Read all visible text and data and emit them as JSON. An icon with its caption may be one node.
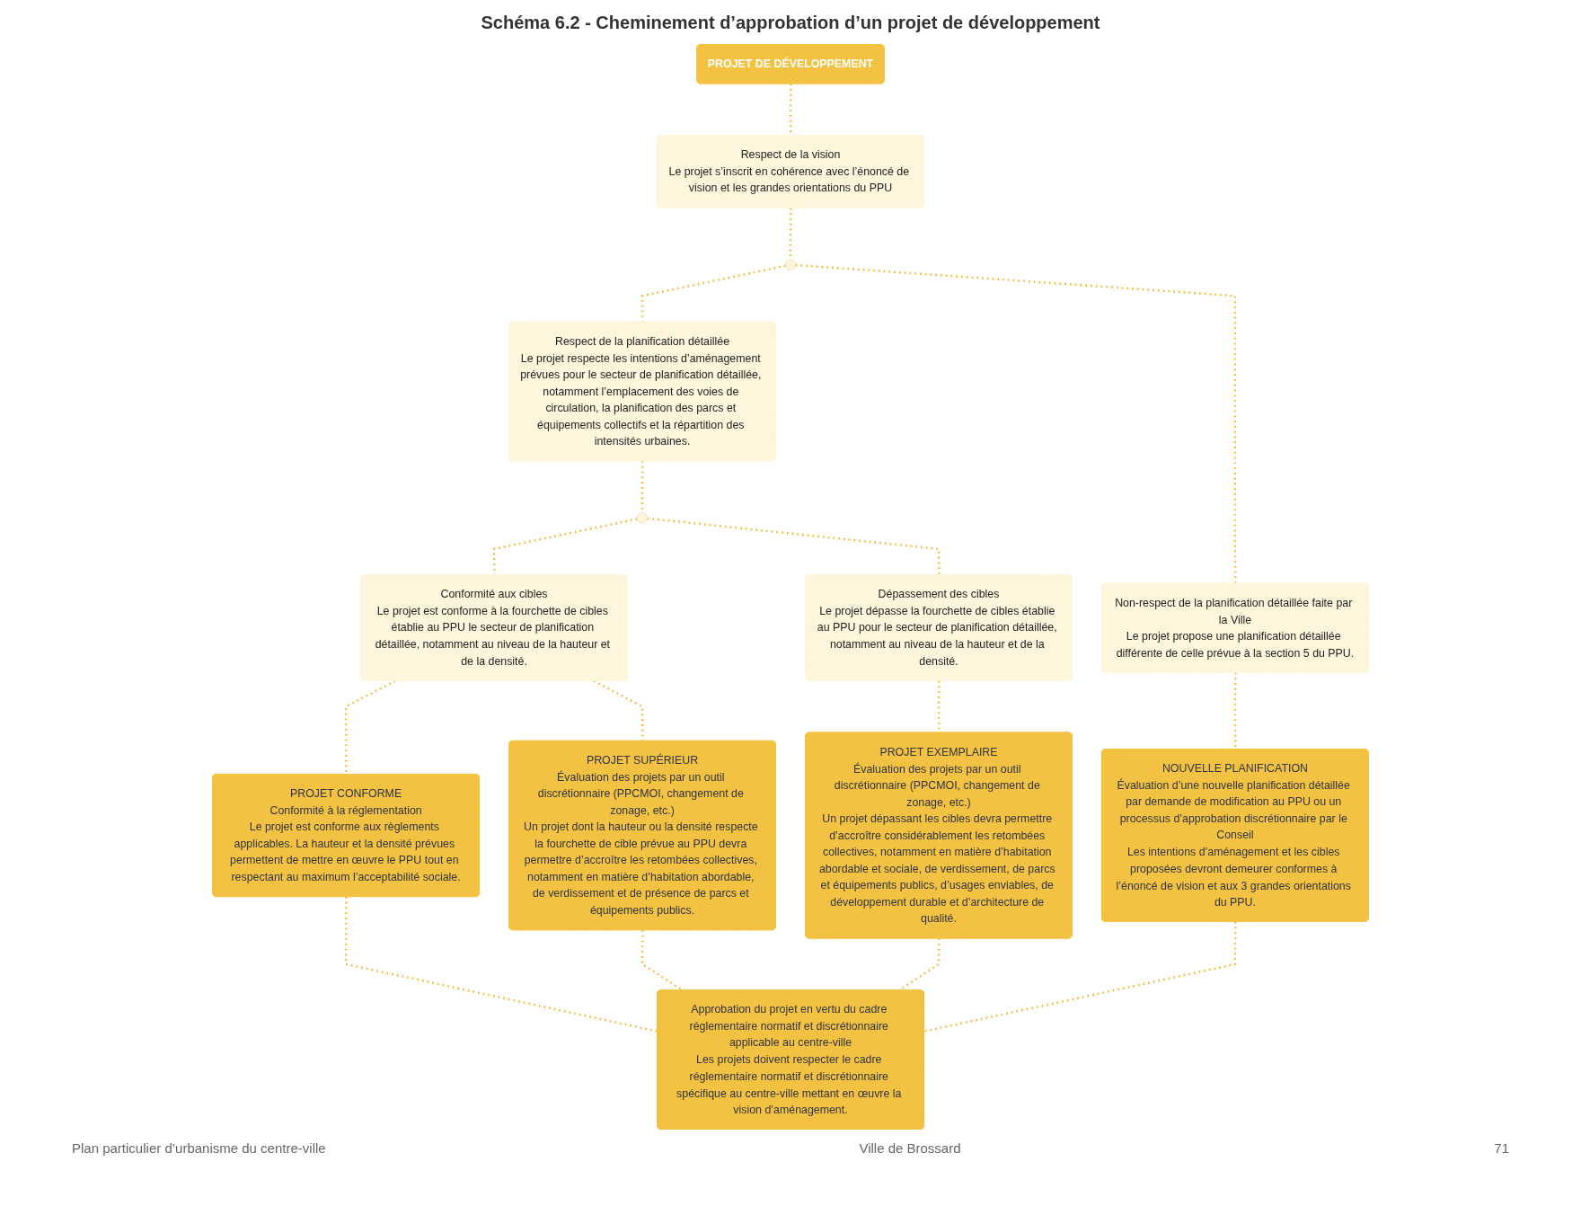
{
  "diagram": {
    "title": "Schéma 6.2 -  Cheminement d’approbation d’un projet de développement",
    "nodes": [
      {
        "text": [
          "PROJET DE DÉVELOPPEMENT"
        ]
      },
      {
        "text": [
          "Respect de la vision",
          "Le projet s’inscrit en cohérence avec l’énoncé de vision et les grandes orientations du PPU"
        ]
      },
      {
        "text": [],
        "shape": "circle"
      },
      {
        "text": [
          "Respect de la planification détaillée",
          "Le projet respecte les intentions d’aménagement prévues pour le secteur de planification détaillée, notamment l’emplacement des voies de circulation, la planification des parcs et équipements collectifs et la répartition des intensités urbaines."
        ]
      },
      {
        "text": [
          "Non-respect de la planification détaillée faite par la Ville",
          "Le projet propose une planification détaillée différente de celle prévue à la section 5 du PPU."
        ]
      },
      {
        "text": [],
        "shape": "circle"
      },
      {
        "text": [
          "Conformité aux cibles",
          "Le projet est conforme à la fourchette de cibles établie au PPU le secteur de planification détaillée, notamment au niveau de la hauteur et de la densité."
        ]
      },
      {
        "text": [
          "Dépassement des cibles",
          "Le projet dépasse la fourchette de cibles établie au PPU pour le secteur de planification détaillée, notamment au niveau de la hauteur et de la densité."
        ]
      },
      {
        "text": [
          "PROJET CONFORME",
          "Conformité à la réglementation",
          "Le projet est conforme aux règlements applicables. La hauteur et la densité prévues permettent de mettre en œuvre le PPU tout en respectant au maximum l’acceptabilité sociale."
        ]
      },
      {
        "text": [
          "PROJET SUPÉRIEUR",
          "Évaluation des projets par un outil discrétionnaire (PPCMOI, changement de zonage, etc.)",
          "Un projet dont la hauteur ou la densité respecte la fourchette de cible prévue au PPU devra permettre d’accroître les retombées collectives, notamment en matière d’habitation abordable, de verdissement et de présence de parcs et équipements publics."
        ]
      },
      {
        "text": [
          "PROJET EXEMPLAIRE",
          "Évaluation des projets par un outil discrétionnaire (PPCMOI, changement de zonage, etc.)",
          "Un projet dépassant les cibles devra permettre d’accroître considérablement les retombées collectives, notamment en matière d’habitation abordable et sociale, de verdissement, de parcs et équipements publics, d’usages enviables, de développement durable et d’architecture de qualité."
        ]
      },
      {
        "text": [
          "NOUVELLE PLANIFICATION",
          "Évaluation d’une nouvelle planification détaillée par demande de modification au PPU ou un processus d’approbation discrétionnaire par le Conseil",
          "Les intentions d’aménagement et les cibles proposées devront demeurer conformes à l’énoncé de vision et aux 3 grandes orientations du PPU."
        ]
      },
      {
        "text": [
          "Approbation du projet en vertu du cadre réglementaire normatif et discrétionnaire applicable au centre-ville",
          "Les projets doivent respecter le cadre réglementaire normatif et discrétionnaire spécifique au centre-ville mettant en œuvre la vision d’aménagement."
        ]
      }
    ],
    "edges": [
      {
        "from": 0,
        "to": 1,
        "arrow": "none",
        "style": "dashed"
      },
      {
        "from": 1,
        "to": 2,
        "arrow": "none",
        "style": "dashed"
      },
      {
        "from": 2,
        "to": 3,
        "arrow": "none",
        "style": "dashed"
      },
      {
        "from": 2,
        "to": 4,
        "arrow": "none",
        "style": "dashed"
      },
      {
        "from": 3,
        "to": 5,
        "arrow": "none",
        "style": "dashed"
      },
      {
        "from": 5,
        "to": 6,
        "arrow": "none",
        "style": "dashed"
      },
      {
        "from": 5,
        "to": 7,
        "arrow": "none",
        "style": "dashed"
      },
      {
        "from": 6,
        "to": 8,
        "arrow": "none",
        "style": "dashed"
      },
      {
        "from": 6,
        "to": 9,
        "arrow": "none",
        "style": "dashed"
      },
      {
        "from": 7,
        "to": 10,
        "arrow": "none",
        "style": "dashed"
      },
      {
        "from": 4,
        "to": 11,
        "arrow": "none",
        "style": "dashed"
      },
      {
        "from": 8,
        "to": 12,
        "arrow": "none",
        "style": "dashed"
      },
      {
        "from": 9,
        "to": 12,
        "arrow": "none",
        "style": "dashed"
      },
      {
        "from": 10,
        "to": 12,
        "arrow": "none",
        "style": "dashed"
      },
      {
        "from": 11,
        "to": 12,
        "arrow": "none",
        "style": "dashed"
      }
    ],
    "labels": [
      "Plan particulier d’urbanisme du centre-ville",
      "Ville de Brossard",
      "71"
    ]
  }
}
